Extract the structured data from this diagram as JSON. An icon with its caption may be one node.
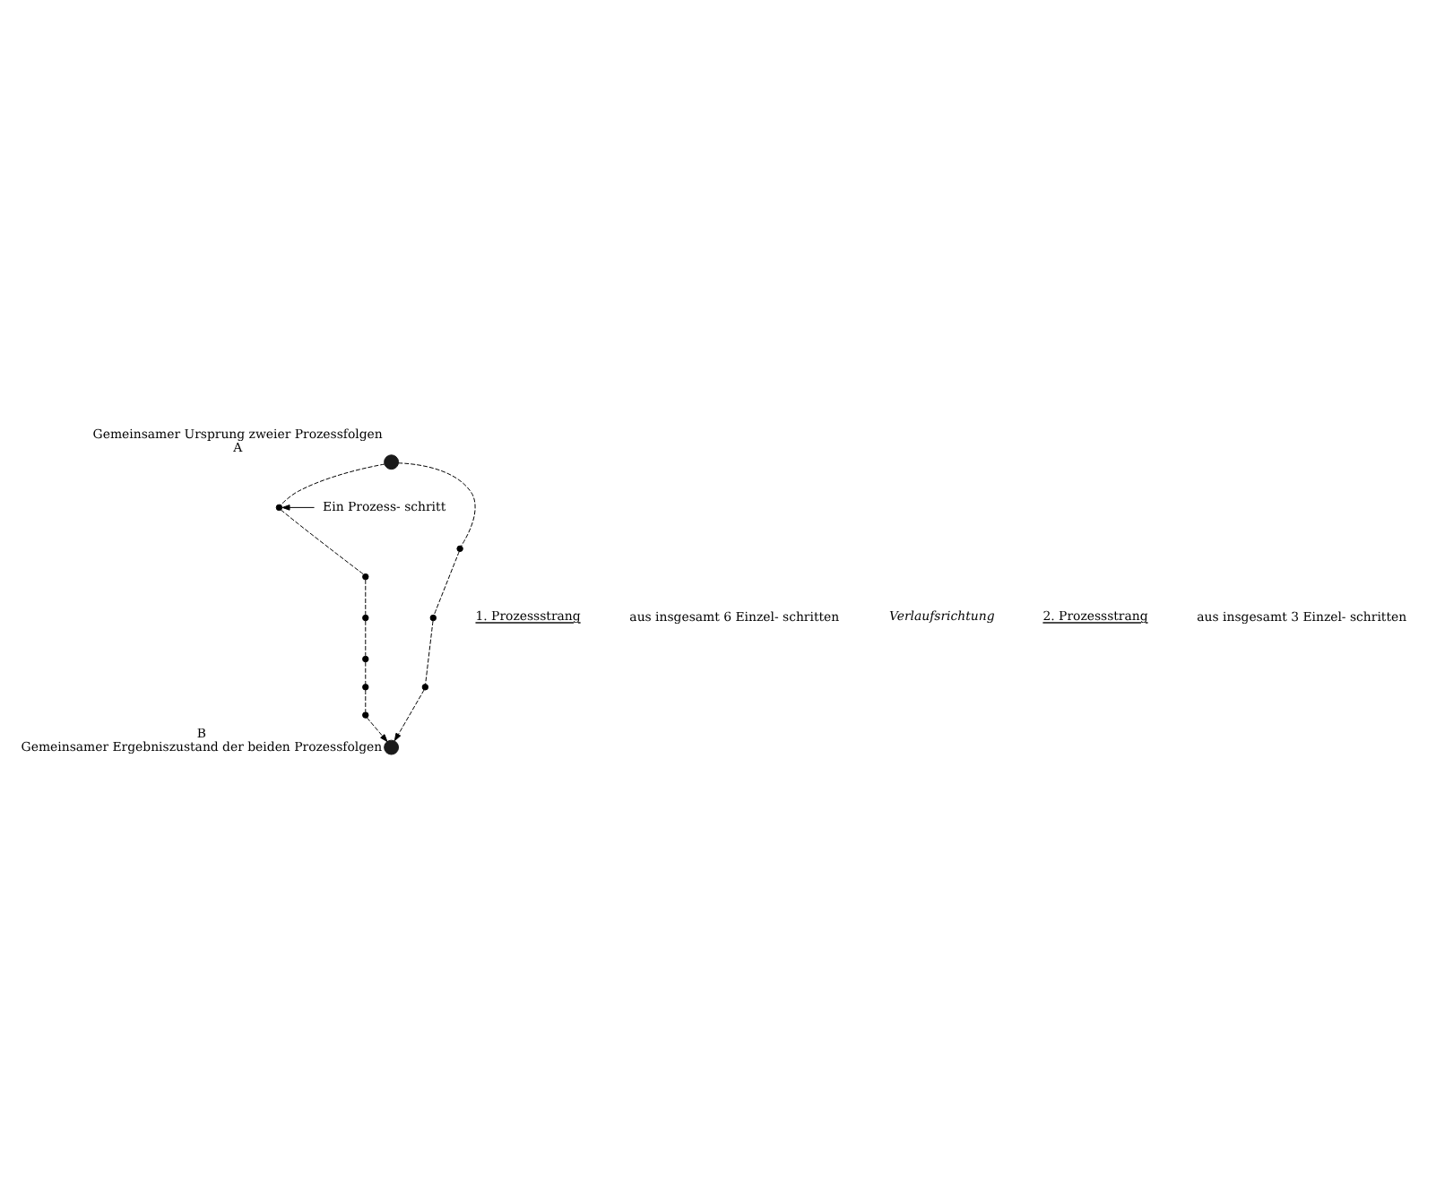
{
  "diagram": {
    "nodes": [
      {
        "text": [],
        "shape": "circle",
        "beside": [
          "Gemeinsamer Ursprung zweier Prozessfolgen",
          "A"
        ]
      },
      {
        "text": [
          "Ein Prozess- schritt"
        ]
      },
      {
        "text": [],
        "shape": "cross"
      },
      {
        "text": [],
        "shape": "cross"
      },
      {
        "text": [],
        "shape": "cross"
      },
      {
        "text": [],
        "shape": "cross"
      },
      {
        "text": [],
        "shape": "cross"
      },
      {
        "text": [],
        "shape": "cross"
      },
      {
        "text": [],
        "shape": "cross"
      },
      {
        "text": [],
        "shape": "cross"
      },
      {
        "text": [],
        "shape": "cross"
      },
      {
        "text": [],
        "shape": "circle",
        "beside": [
          "B",
          "Gemeinsamer Ergebniszustand der beiden Prozessfolgen"
        ]
      }
    ],
    "edges": [
      {
        "from": 1,
        "to": 2,
        "arrow": "to"
      },
      {
        "from": 0,
        "to": 2,
        "arrow": "none",
        "style": "dashed"
      },
      {
        "from": 2,
        "to": 3,
        "arrow": "none",
        "style": "dashed"
      },
      {
        "from": 3,
        "to": 4,
        "arrow": "none",
        "style": "dashed"
      },
      {
        "from": 4,
        "to": 5,
        "arrow": "none",
        "style": "dashed"
      },
      {
        "from": 5,
        "to": 6,
        "arrow": "none",
        "style": "dashed"
      },
      {
        "from": 6,
        "to": 7,
        "arrow": "none",
        "style": "dashed"
      },
      {
        "from": 7,
        "to": 11,
        "arrow": "to",
        "style": "dashed"
      },
      {
        "from": 0,
        "to": 8,
        "arrow": "none",
        "style": "dashed"
      },
      {
        "from": 8,
        "to": 9,
        "arrow": "none",
        "style": "dashed"
      },
      {
        "from": 9,
        "to": 10,
        "arrow": "none",
        "style": "dashed"
      },
      {
        "from": 10,
        "to": 11,
        "arrow": "to",
        "style": "dashed"
      }
    ],
    "labels": [
      "1. Prozessstrang",
      "aus insgesamt 6 Einzel- schritten",
      "Verlaufsrichtung",
      "2. Prozessstrang",
      "aus insgesamt 3 Einzel- schritten"
    ]
  }
}
